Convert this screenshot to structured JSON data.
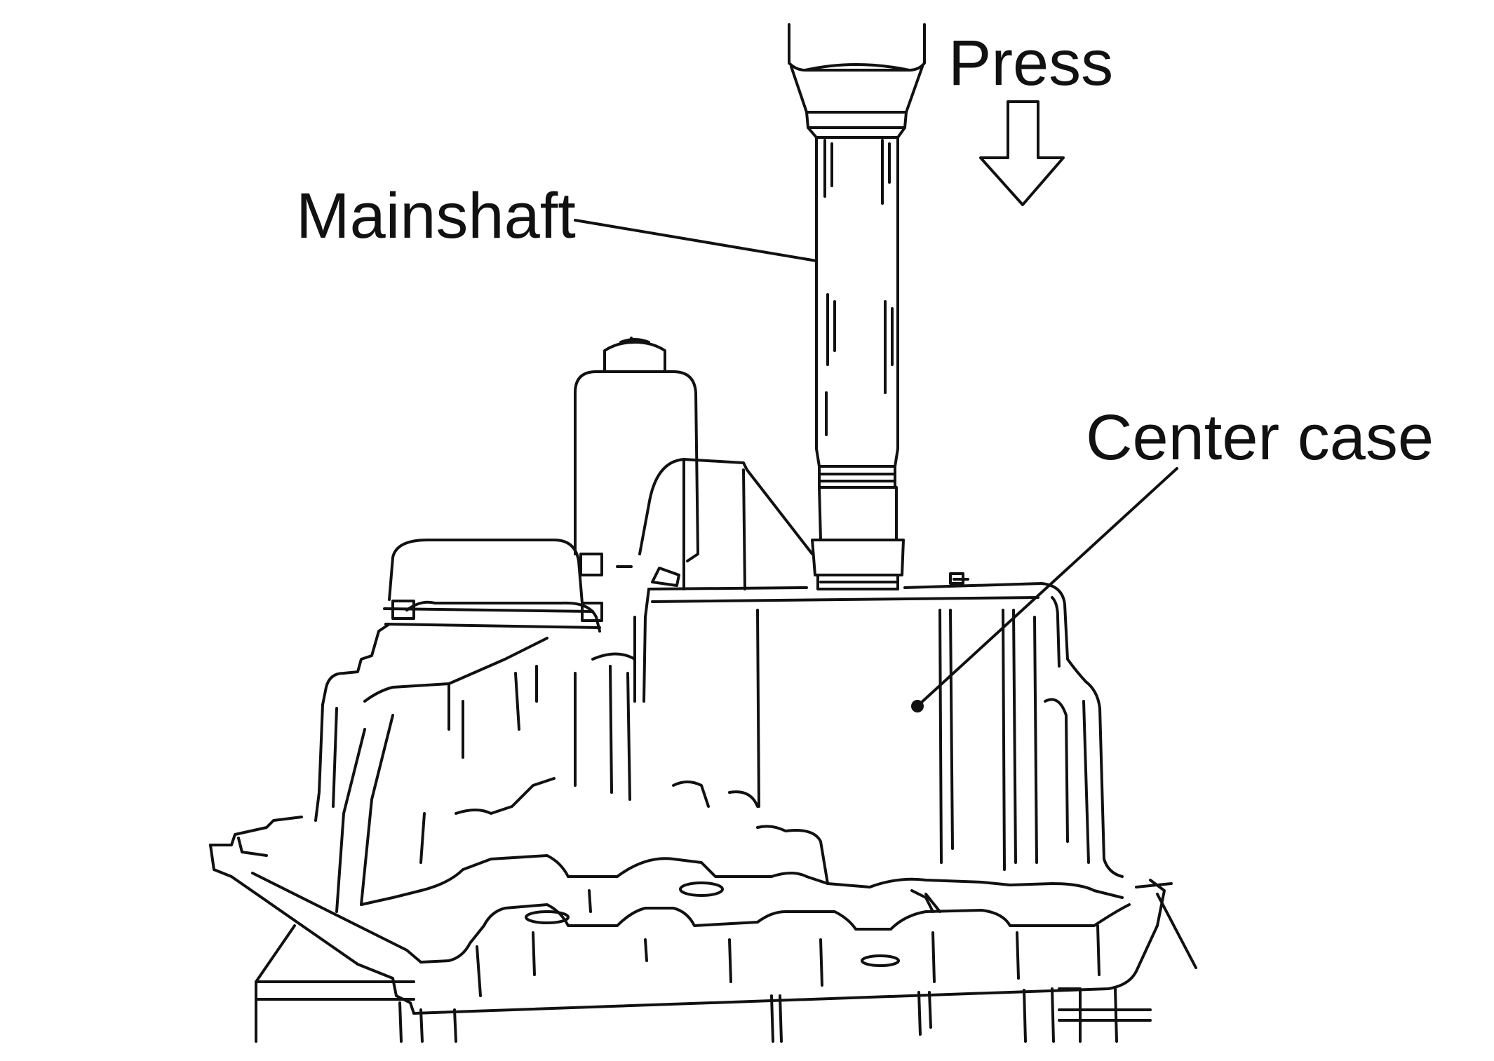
{
  "labels": {
    "press": "Press",
    "mainshaft": "Mainshaft",
    "center_case": "Center case"
  },
  "colors": {
    "line": "#111111",
    "background": "#ffffff"
  }
}
